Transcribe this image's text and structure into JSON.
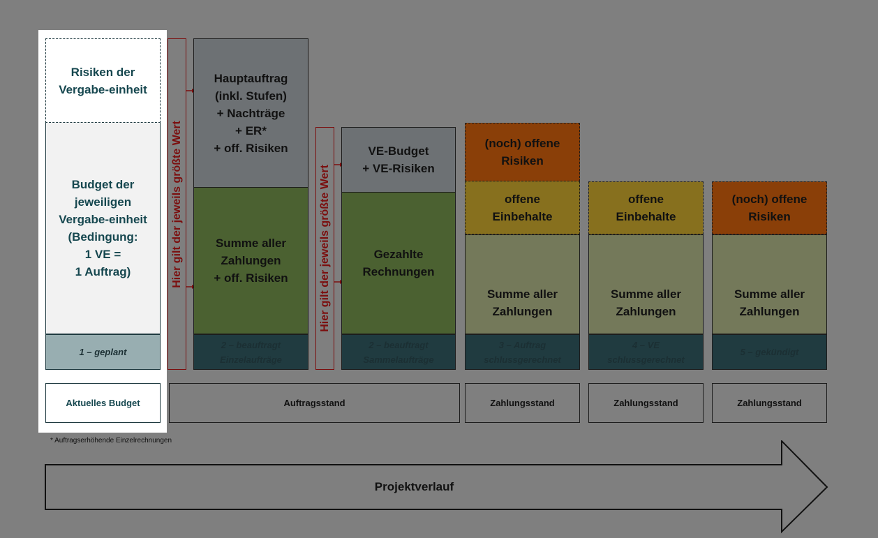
{
  "col1": {
    "risks": "Risiken der Vergabe-einheit",
    "budget_lines": [
      "Budget der",
      "jeweiligen",
      "Vergabe-einheit",
      "(Bedingung:",
      "1 VE =",
      "1 Auftrag)"
    ],
    "phase": "1 – geplant",
    "label": "Aktuelles Budget"
  },
  "bracket1": "Hier gilt der jeweils größte Wert",
  "bracket2": "Hier gilt der jeweils größte Wert",
  "col2": {
    "top_lines": [
      "Hauptauftrag",
      "(inkl. Stufen)",
      "+ Nachträge",
      "+ ER*",
      "+ off. Risiken"
    ],
    "bottom_lines": [
      "Summe aller",
      "Zahlungen",
      "+ off. Risiken"
    ],
    "phase_lines": [
      "2 – beauftragt",
      "Einzelaufträge"
    ]
  },
  "col3": {
    "top_lines": [
      "VE-Budget",
      "+ VE-Risiken"
    ],
    "bottom_lines": [
      "Gezahlte",
      "Rechnungen"
    ],
    "phase_lines": [
      "2 – beauftragt",
      "Sammelaufträge"
    ]
  },
  "col4": {
    "risk_lines": [
      "(noch) offene",
      "Risiken"
    ],
    "retain_lines": [
      "offene",
      "Einbehalte"
    ],
    "bottom_lines": [
      "Summe aller",
      "Zahlungen"
    ],
    "phase_lines": [
      "3 – Auftrag",
      "schlussgerechnet"
    ]
  },
  "col5": {
    "retain_lines": [
      "offene",
      "Einbehalte"
    ],
    "bottom_lines": [
      "Summe aller",
      "Zahlungen"
    ],
    "phase_lines": [
      "4 – VE",
      "schlussgerechnet"
    ]
  },
  "col6": {
    "risk_lines": [
      "(noch) offene",
      "Risiken"
    ],
    "bottom_lines": [
      "Summe aller",
      "Zahlungen"
    ],
    "phase": "5 – gekündigt"
  },
  "labels": {
    "auftragsstand": "Auftragsstand",
    "zahlungsstand1": "Zahlungsstand",
    "zahlungsstand2": "Zahlungsstand",
    "zahlungsstand3": "Zahlungsstand"
  },
  "footnote": "* Auftragserhöhende Einzelrechnungen",
  "arrow": "Projektverlauf",
  "colors": {
    "grey_box": "#6d7174",
    "green": "#4b6131",
    "olive": "#74795a",
    "gold": "#87701e",
    "rust": "#8a3f08",
    "phase": "#203b40",
    "phase_light": "#98aeb1"
  }
}
